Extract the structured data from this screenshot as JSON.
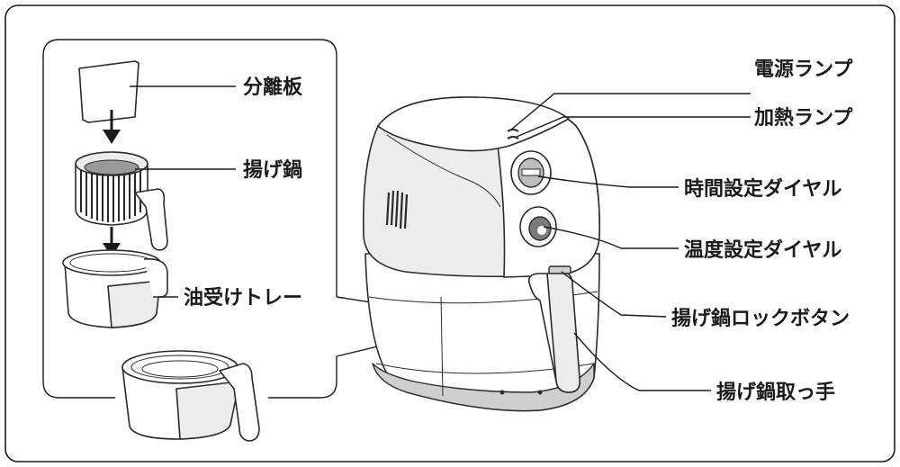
{
  "labels": {
    "separator": "分離板",
    "basket": "揚げ鍋",
    "oil_tray": "油受けトレー",
    "power_lamp": "電源ランプ",
    "heat_lamp": "加熱ランプ",
    "timer_dial": "時間設定ダイヤル",
    "temp_dial": "温度設定ダイヤル",
    "lock_button": "揚げ鍋ロックボタン",
    "handle": "揚げ鍋取っ手"
  }
}
